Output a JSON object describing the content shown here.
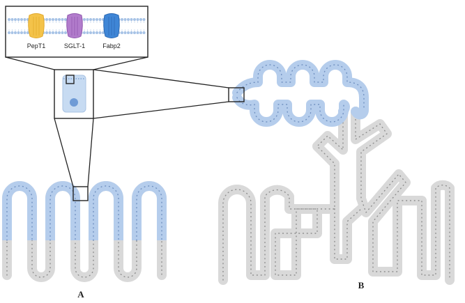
{
  "proteins": [
    {
      "name": "PepT1",
      "color": "#f4c34a",
      "accent": "#e1a82a"
    },
    {
      "name": "SGLT-1",
      "color": "#b27ccc",
      "accent": "#8f57ad"
    },
    {
      "name": "Fabp2",
      "color": "#3f86d6",
      "accent": "#2a68b3"
    }
  ],
  "panels": {
    "a_label": "A",
    "b_label": "B"
  },
  "colors": {
    "epithelium_grey": "#d9d9d9",
    "epithelium_blue": "#b5cdec",
    "membrane_head": "#a7c3e6",
    "cell_fill": "#c7dbf2",
    "nucleus": "#6f9bd6"
  }
}
